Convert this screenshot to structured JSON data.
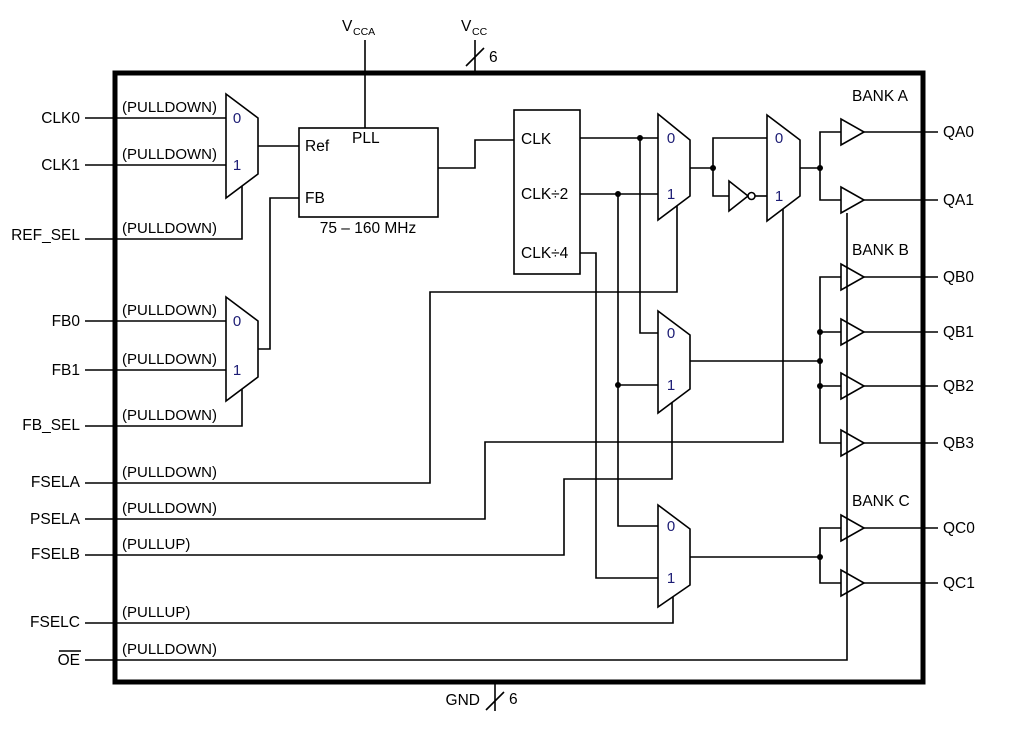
{
  "diagram": {
    "title": "pll-clock-driver-block-diagram",
    "power_top": {
      "vcca": {
        "base": "V",
        "sub": "CCA"
      },
      "vcc": {
        "base": "V",
        "sub": "CC",
        "bus_width": "6"
      }
    },
    "power_bottom": {
      "label": "GND",
      "bus_width": "6"
    },
    "inputs": [
      {
        "label": "CLK0",
        "pull": "(PULLDOWN)"
      },
      {
        "label": "CLK1",
        "pull": "(PULLDOWN)"
      },
      {
        "label": "REF_SEL",
        "pull": "(PULLDOWN)"
      },
      {
        "label": "FB0",
        "pull": "(PULLDOWN)"
      },
      {
        "label": "FB1",
        "pull": "(PULLDOWN)"
      },
      {
        "label": "FB_SEL",
        "pull": "(PULLDOWN)"
      },
      {
        "label": "FSELA",
        "pull": "(PULLDOWN)"
      },
      {
        "label": "PSELA",
        "pull": "(PULLDOWN)"
      },
      {
        "label": "FSELB",
        "pull": "(PULLUP)"
      },
      {
        "label": "FSELC",
        "pull": "(PULLUP)"
      },
      {
        "label": "OE",
        "pull": "(PULLDOWN)",
        "overline": true
      }
    ],
    "pll": {
      "label": "PLL",
      "ref": "Ref",
      "fb": "FB",
      "freq_range": "75 – 160 MHz"
    },
    "divider": {
      "rows": [
        "CLK",
        "CLK÷2",
        "CLK÷4"
      ]
    },
    "mux": {
      "in0": "0",
      "in1": "1"
    },
    "banks": [
      {
        "label": "BANK A"
      },
      {
        "label": "BANK B"
      },
      {
        "label": "BANK C"
      }
    ],
    "outputs": [
      "QA0",
      "QA1",
      "QB0",
      "QB1",
      "QB2",
      "QB3",
      "QC0",
      "QC1"
    ]
  },
  "colors": {
    "line": "#000000",
    "mux_digit": "#1c1c74",
    "background": "#ffffff"
  }
}
